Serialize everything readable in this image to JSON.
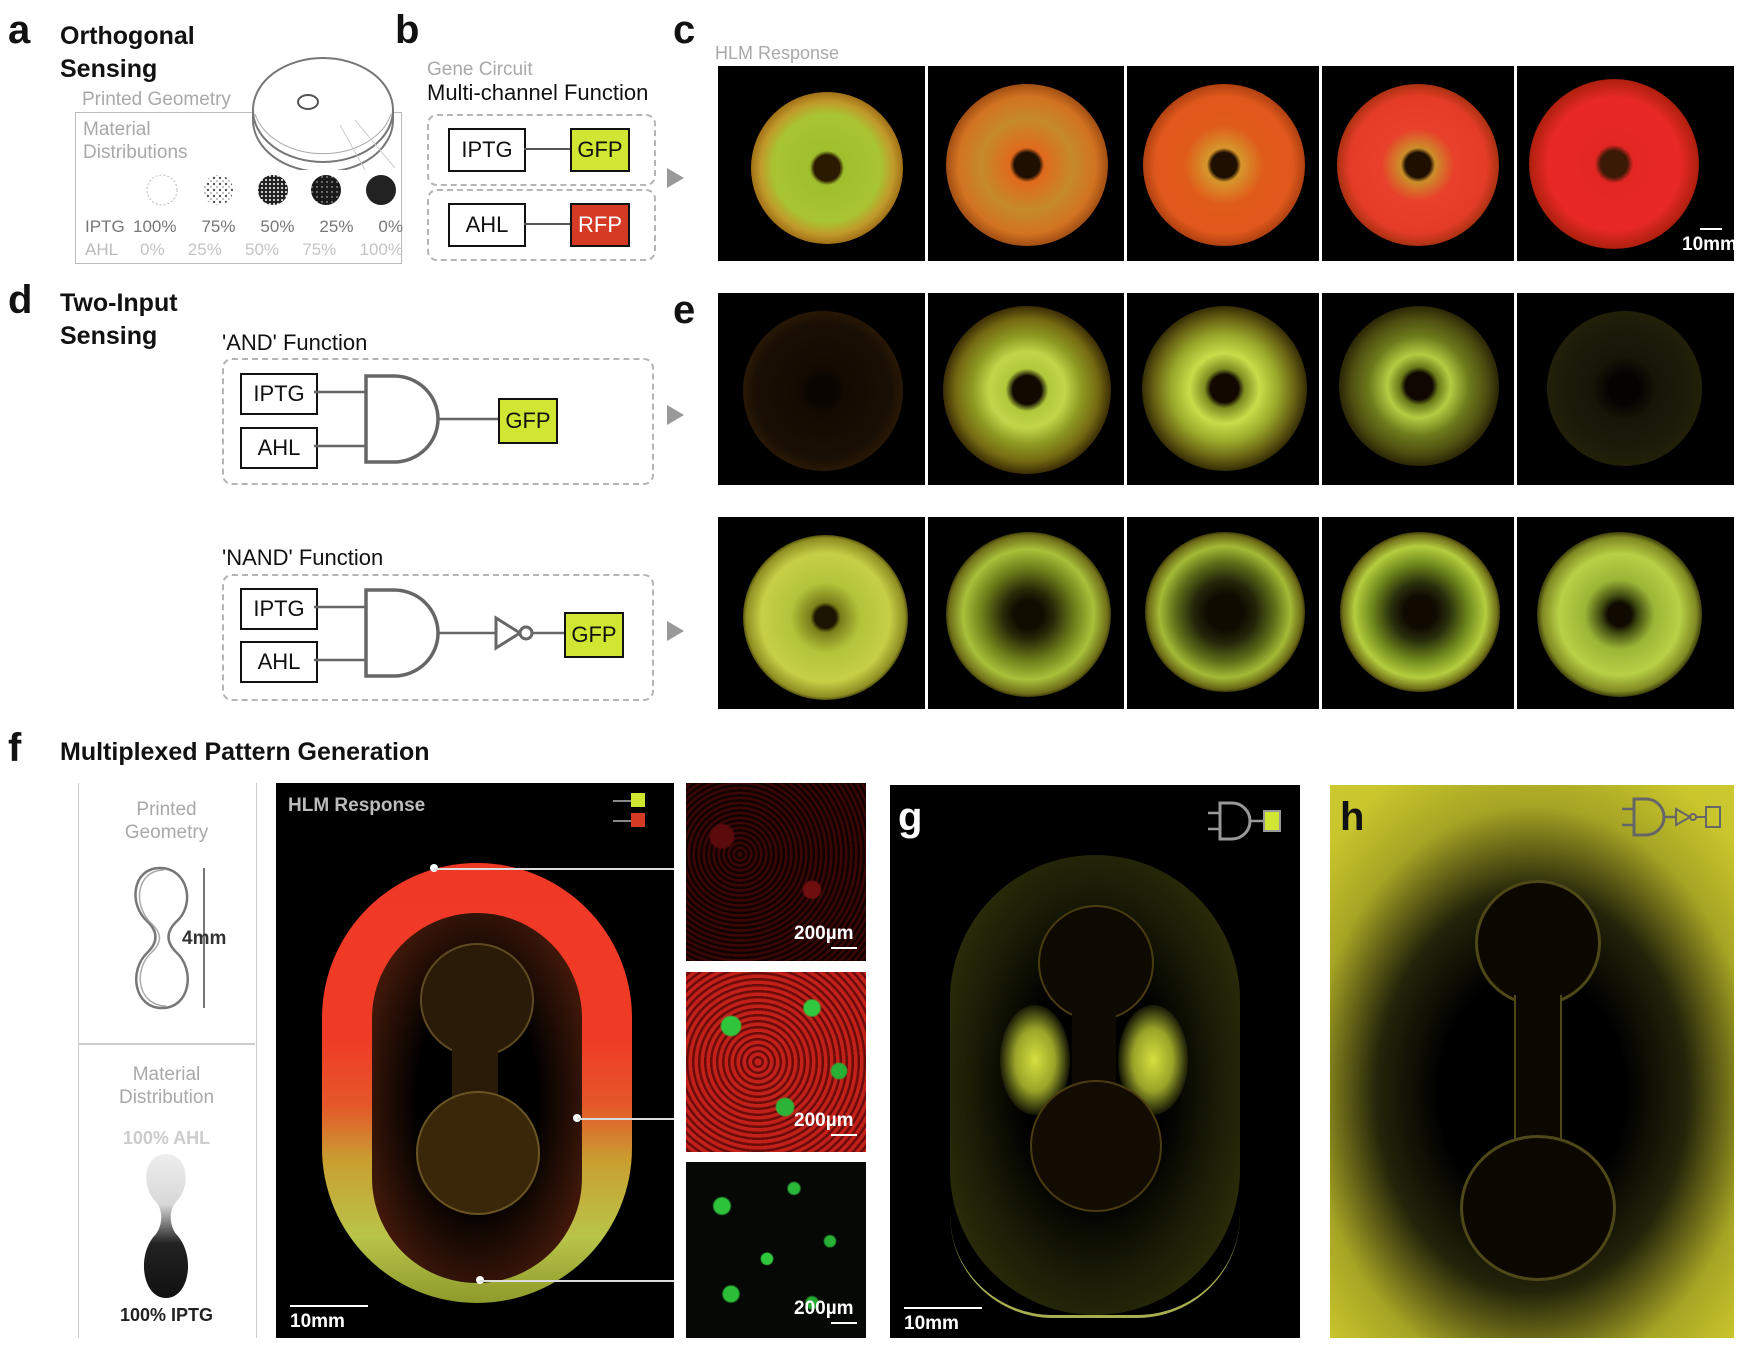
{
  "panel_letters": {
    "a": "a",
    "b": "b",
    "c": "c",
    "d": "d",
    "e": "e",
    "f": "f",
    "g": "g",
    "h": "h"
  },
  "a": {
    "title_line1": "Orthogonal",
    "title_line2": "Sensing",
    "printed_geometry": "Printed Geometry",
    "material_line1": "Material",
    "material_line2": "Distributions",
    "iptg_label": "IPTG",
    "ahl_label": "AHL",
    "iptg_values": [
      "100%",
      "75%",
      "50%",
      "25%",
      "0%"
    ],
    "ahl_values": [
      "0%",
      "25%",
      "50%",
      "75%",
      "100%"
    ]
  },
  "b": {
    "gene_circuit": "Gene Circuit",
    "function_title": "Multi-channel Function",
    "iptg": "IPTG",
    "gfp": "GFP",
    "ahl": "AHL",
    "rfp": "RFP"
  },
  "c": {
    "hlm_response": "HLM Response",
    "scale": "10mm"
  },
  "d": {
    "title_line1": "Two-Input",
    "title_line2": "Sensing",
    "and_title": "'AND' Function",
    "nand_title": "'NAND' Function",
    "iptg": "IPTG",
    "ahl": "AHL",
    "gfp": "GFP"
  },
  "f": {
    "title": "Multiplexed Pattern Generation",
    "printed_line1": "Printed",
    "printed_line2": "Geometry",
    "dimension": "4mm",
    "material_line1": "Material",
    "material_line2": "Distribution",
    "ahl_label": "100% AHL",
    "iptg_label": "100% IPTG",
    "hlm_response": "HLM Response",
    "scale": "10mm",
    "micro_scales": [
      "200µm",
      "200µm",
      "200µm"
    ]
  },
  "g": {
    "scale": "10mm"
  },
  "colors": {
    "gfp": "#d1e533",
    "rfp": "#d43a24",
    "gate": "#666666"
  }
}
